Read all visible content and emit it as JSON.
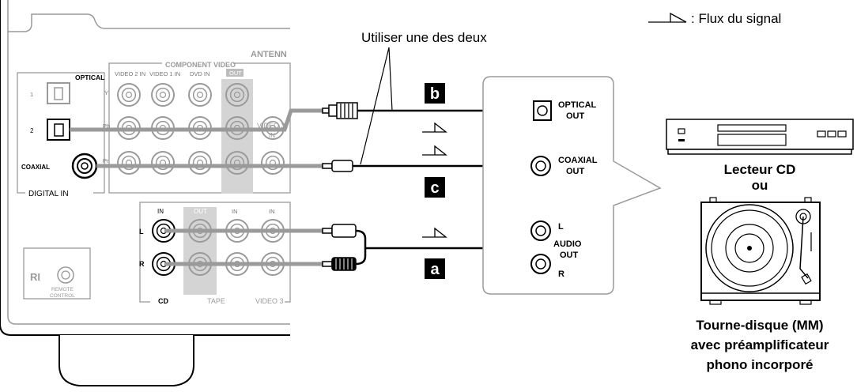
{
  "legend": {
    "symbol": "wedge-arrow",
    "text": ": Flux du signal"
  },
  "note": "Utiliser une des deux",
  "receiver": {
    "antenna_label": "ANTENN",
    "component_video_label": "COMPONENT VIDEO",
    "video_inputs": [
      "VIDEO 2 IN",
      "VIDEO 1 IN",
      "DVD IN",
      "OUT"
    ],
    "video_rows": [
      "Y",
      "Pb",
      "Pr"
    ],
    "video3_label": "VIDEO 3",
    "video3_in": "IN",
    "optical_label": "OPTICAL",
    "optical_port_1": "1",
    "optical_port_2": "2",
    "coaxial_label": "COAXIAL",
    "digital_in_label": "DIGITAL IN",
    "audio_cols": [
      "IN",
      "OUT",
      "IN",
      "IN"
    ],
    "audio_rows": [
      "L",
      "R"
    ],
    "audio_groups": [
      "CD",
      "TAPE",
      "VIDEO 3"
    ],
    "ri_label": "RI",
    "remote_control_label_1": "REMOTE",
    "remote_control_label_2": "CONTROL"
  },
  "source_panel": {
    "optical_out_1": "OPTICAL",
    "optical_out_2": "OUT",
    "coaxial_out_1": "COAXIAL",
    "coaxial_out_2": "OUT",
    "audio_l": "L",
    "audio_r": "R",
    "audio_out_1": "AUDIO",
    "audio_out_2": "OUT"
  },
  "badges": {
    "b": "b",
    "c": "c",
    "a": "a"
  },
  "devices": {
    "cd_line1": "Lecteur CD",
    "cd_line2": "ou",
    "turntable_line1": "Tourne-disque (MM)",
    "turntable_line2": "avec préamplificateur",
    "turntable_line3": "phono incorporé"
  }
}
